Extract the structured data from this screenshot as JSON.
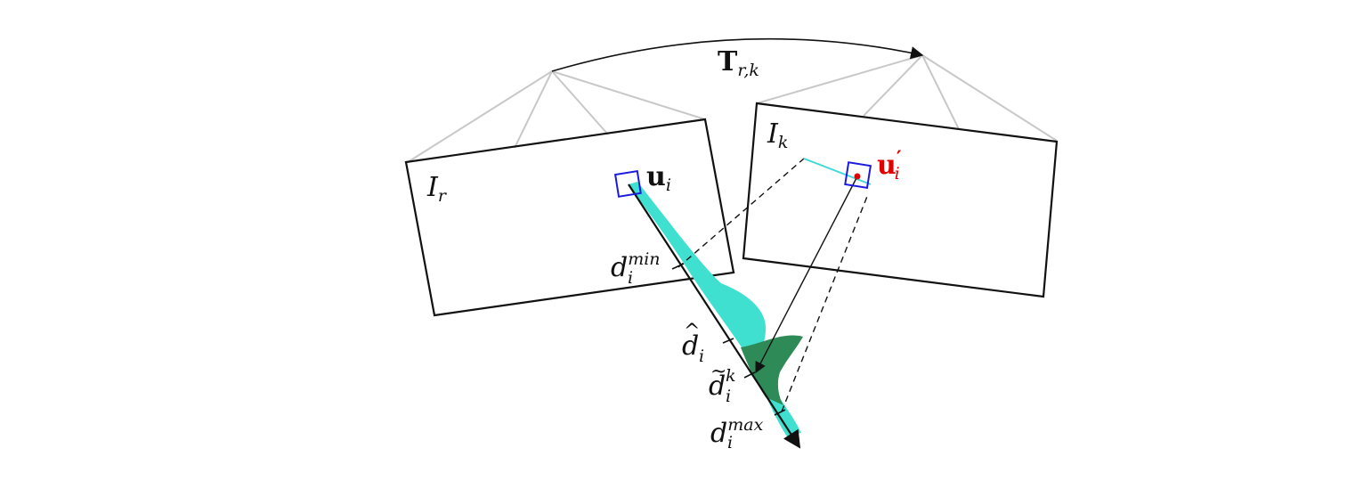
{
  "colors": {
    "frame_outline": "#111111",
    "camera_lines": "#c8c8c8",
    "patch_box": "#1a1adf",
    "uncertainty_fill": "#40e0d0",
    "depth_fill": "#2e8b57",
    "highlight_text": "#e00000",
    "epipolar_segment": "#40d8d8"
  },
  "labels": {
    "transform": {
      "main": "T",
      "sub": "r,k"
    },
    "ref_image": {
      "main": "I",
      "sub": "r"
    },
    "cur_image": {
      "main": "I",
      "sub": "k"
    },
    "pixel_ref": {
      "main": "u",
      "sub": "i"
    },
    "pixel_cur": {
      "main": "u",
      "prime": "′",
      "sub": "i"
    },
    "depth_min": {
      "main": "d",
      "sup": "min",
      "sub": "i"
    },
    "depth_hat": {
      "main": "d",
      "accent": "^",
      "sub": "i"
    },
    "depth_tilde": {
      "main": "d",
      "accent": "~",
      "sup": "k",
      "sub": "i"
    },
    "depth_max": {
      "main": "d",
      "sup": "max",
      "sub": "i"
    }
  }
}
